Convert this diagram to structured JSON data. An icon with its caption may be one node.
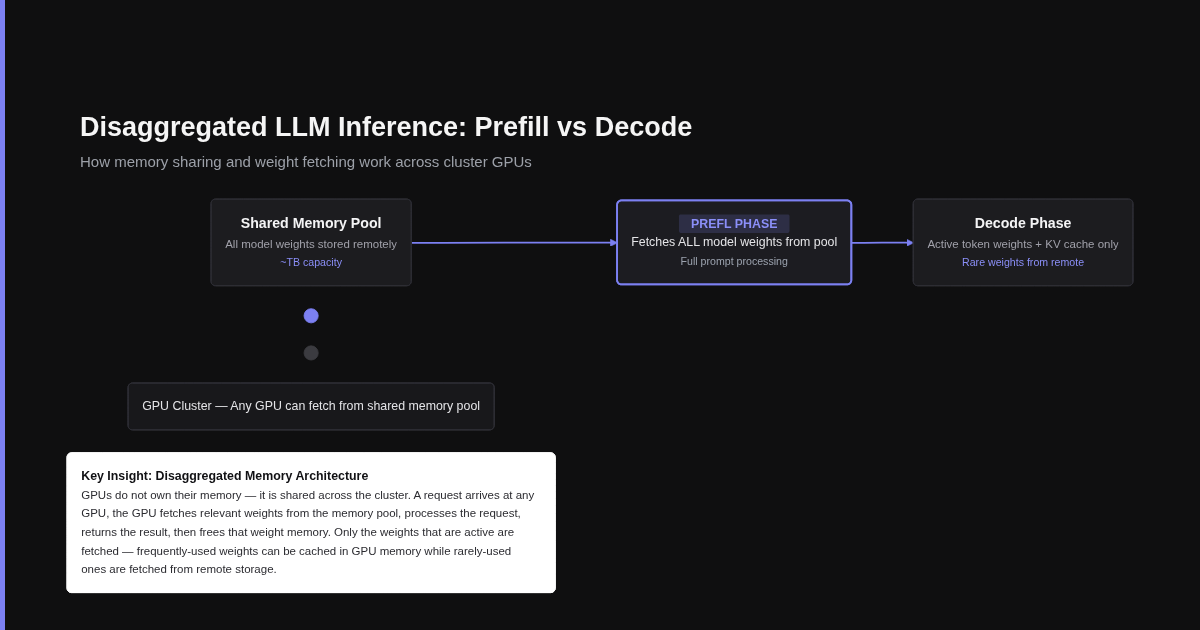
{
  "diagram": {
    "title": "Disaggregated LLM Inference: Prefill vs Decode",
    "nodes": [
      {
        "text": [
          "Shared Memory Pool",
          "All model weights stored remotely",
          "~TB capacity"
        ]
      },
      {
        "text": [
          "PREFL PHASE",
          "Fetches ALL model weights from pool",
          "Full prompt processing"
        ]
      },
      {
        "text": [
          "Decode Phase",
          "Active token weights + KV cache only",
          "Rare weights from remote"
        ]
      },
      {
        "text": [],
        "shape": "circle"
      },
      {
        "text": [],
        "shape": "circle"
      },
      {
        "text": [
          "GPU Cluster — Any GPU can fetch from shared memory pool"
        ]
      },
      {
        "text": [
          "Key Insight: Disaggregated Memory Architecture",
          "GPUs do not own their memory — it is shared across the cluster. A request arrives at any GPU, the GPU fetches relevant weights from the memory pool, processes the request, returns the result, then frees that weight memory. Only the weights that are active are fetched — frequently-used weights can be cached in GPU memory while rarely-used ones are fetched from remote storage."
        ]
      }
    ],
    "edges": [
      {
        "from": 0,
        "to": 1,
        "arrow": "to"
      },
      {
        "from": 1,
        "to": 2,
        "arrow": "to"
      }
    ],
    "labels": [
      "How memory sharing and weight fetching work across cluster GPUs"
    ]
  }
}
